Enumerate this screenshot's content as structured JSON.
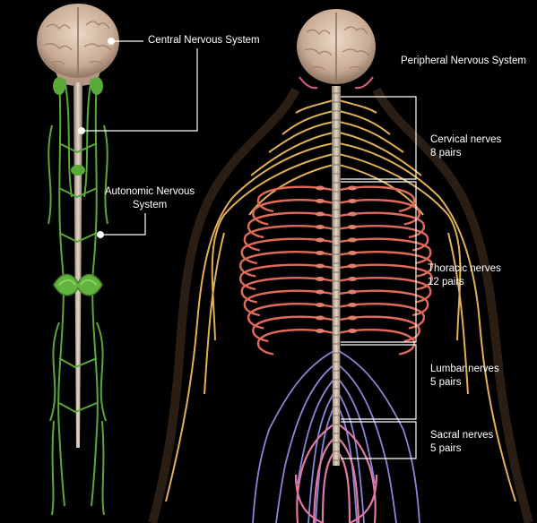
{
  "labels": {
    "cns": "Central Nervous System",
    "ans_line1": "Autonomic Nervous",
    "ans_line2": "System",
    "pns": "Peripheral Nervous System",
    "cervical_line1": "Cervical nerves",
    "cervical_line2": "8 pairs",
    "thoracic_line1": "Thoracic nerves",
    "thoracic_line2": "12 pairs",
    "lumbar_line1": "Lumbar nerves",
    "lumbar_line2": "5 pairs",
    "sacral_line1": "Sacral nerves",
    "sacral_line2": "5 pairs"
  },
  "colors": {
    "background": "#000000",
    "brain": "#d9c2b0",
    "spine": "#c9b7a4",
    "autonomic": "#5aa83a",
    "cervical": "#e2b055",
    "thoracic": "#e06a5a",
    "lumbar": "#8a86d8",
    "sacral": "#e07aa6",
    "callout": "#ffffff"
  }
}
